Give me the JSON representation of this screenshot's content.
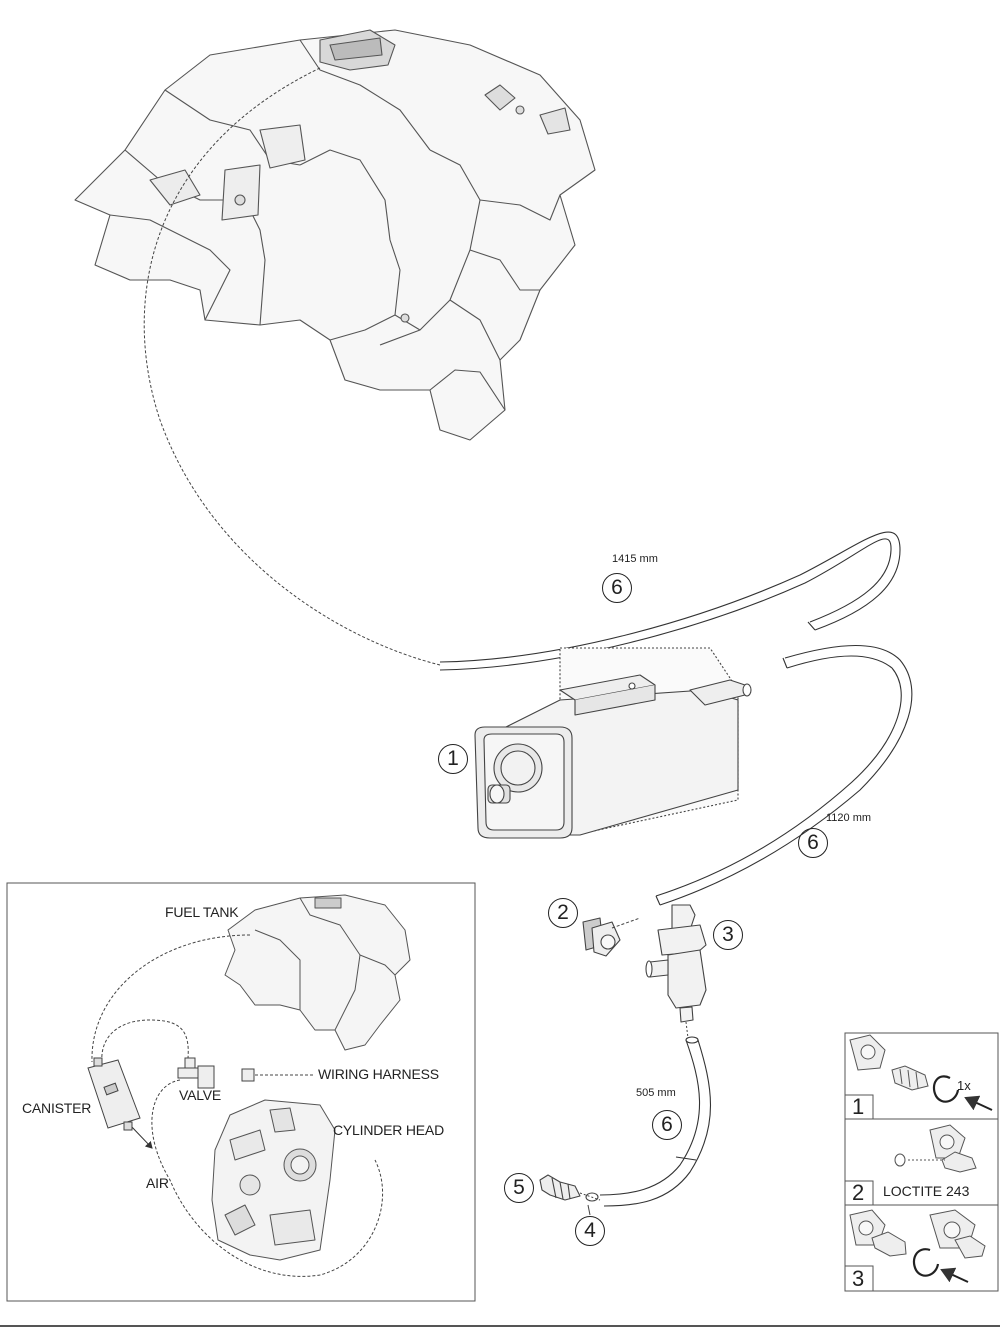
{
  "callouts": {
    "c1": "1",
    "c2": "2",
    "c3": "3",
    "c4": "4",
    "c5": "5",
    "c6a": "6",
    "c6b": "6",
    "c6c": "6"
  },
  "hose_lengths": {
    "top": "1415 mm",
    "right": "1120 mm",
    "bottom": "505 mm"
  },
  "schematic": {
    "fuel_tank": "FUEL TANK",
    "wiring_harness": "WIRING HARNESS",
    "canister": "CANISTER",
    "valve": "VALVE",
    "cylinder_head": "CYLINDER HEAD",
    "air": "AIR"
  },
  "steps": [
    {
      "number": "1",
      "note": "1x"
    },
    {
      "number": "2",
      "note": "LOCTITE 243"
    },
    {
      "number": "3",
      "note": ""
    }
  ],
  "colors": {
    "line": "#333333",
    "frame": "#555555",
    "fill": "#f4f4f4"
  }
}
